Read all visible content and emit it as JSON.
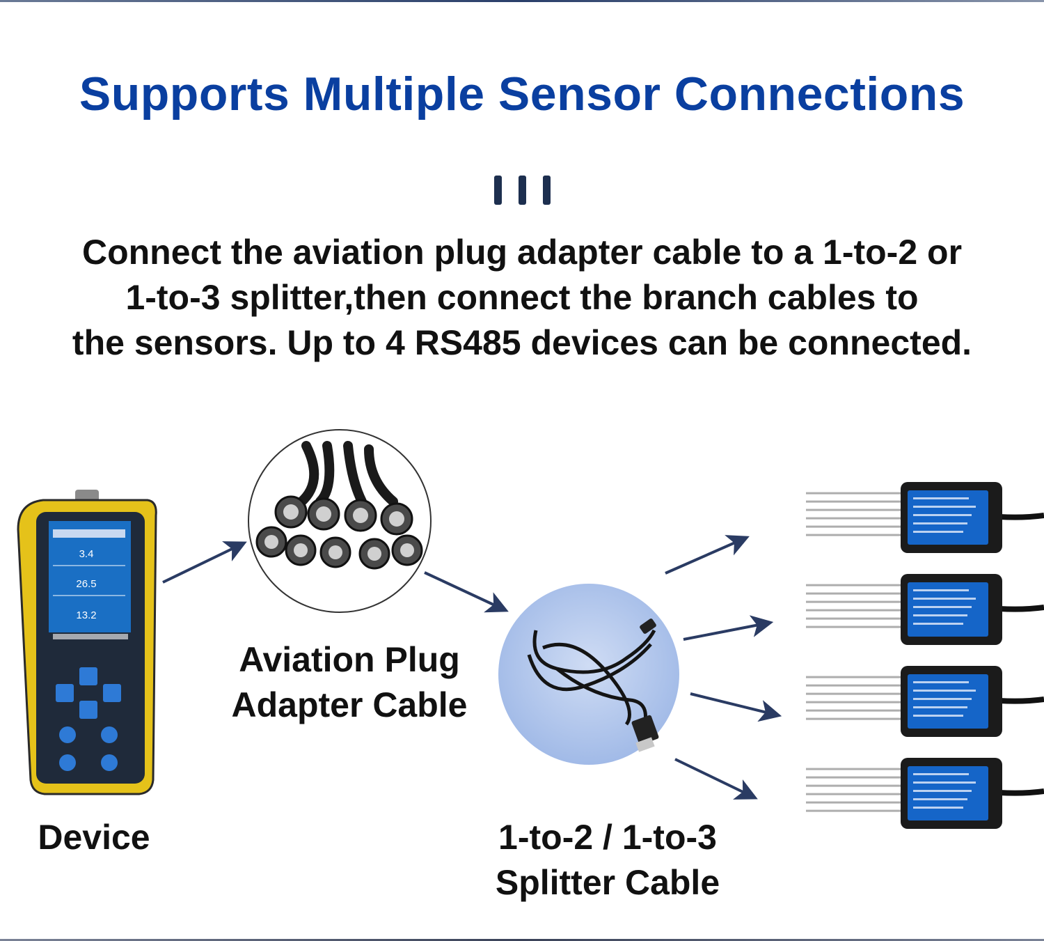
{
  "title": "Supports Multiple Sensor Connections",
  "description": {
    "line1": "Connect the aviation plug adapter cable to a 1-to-2 or",
    "line2": "1-to-3 splitter,then connect the branch cables to",
    "line3": "the sensors. Up to 4 RS485 devices can be connected."
  },
  "labels": {
    "device": "Device",
    "adapter_line1": "Aviation Plug",
    "adapter_line2": "Adapter Cable",
    "splitter_line1": "1-to-2 / 1-to-3",
    "splitter_line2": "Splitter Cable"
  },
  "device_screen": {
    "reading1": "3.4",
    "reading2": "26.5",
    "reading3": "13.2"
  },
  "colors": {
    "title": "#0a3fa0",
    "arrow": "#2a3b63",
    "device_body": "#e5c21a",
    "sensor_label": "#1565c8"
  },
  "sensor_count": 4
}
